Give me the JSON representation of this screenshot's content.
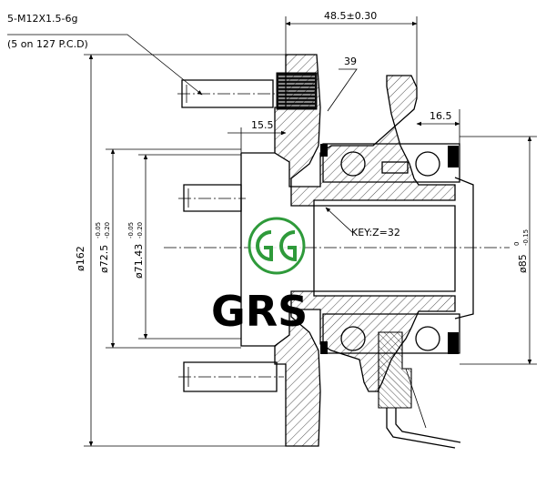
{
  "drawing": {
    "stud_spec": "5-M12X1.5-6g",
    "stud_pcd": "(5 on 127 P.C.D)",
    "hub_width": "48.5±0.30",
    "angle": "39",
    "flange_offset": "15.5",
    "bearing_offset": "16.5",
    "spline_key": "KEY:Z=32",
    "dia_162": "ø162",
    "dia_725_base": "ø72.5",
    "dia_725_tol_upper": "-0.05",
    "dia_725_tol_lower": "-0.20",
    "dia_7143_base": "ø71.43",
    "dia_7143_tol_upper": "-0.05",
    "dia_7143_tol_lower": "-0.20",
    "dia_85_base": "ø85",
    "dia_85_tol_upper": "0",
    "dia_85_tol_lower": "-0.15"
  },
  "logo": {
    "watermark_text": "GRS",
    "accent_color": "#2e9a3a"
  }
}
